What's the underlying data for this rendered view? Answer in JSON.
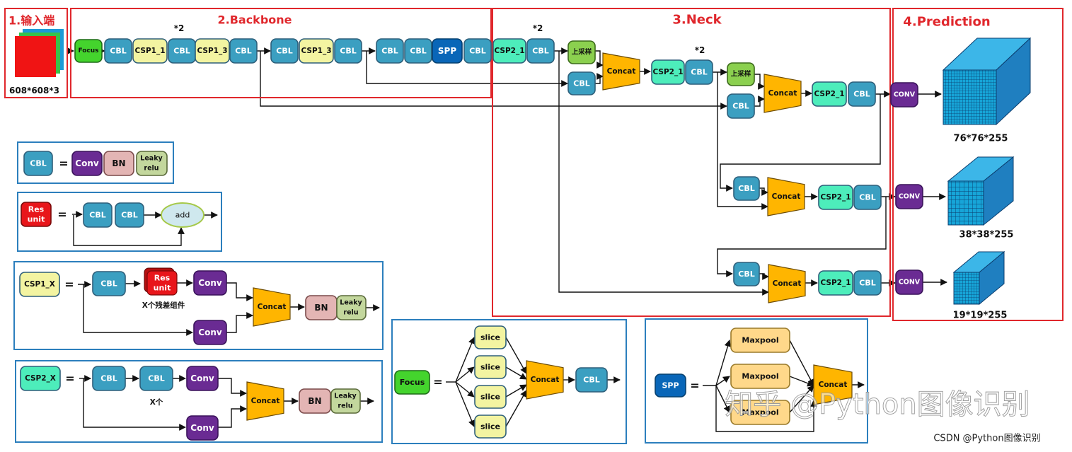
{
  "sections": {
    "input": "1.输入端",
    "backbone": "2.Backbone",
    "neck": "3.Neck",
    "prediction": "4.Prediction"
  },
  "labels": {
    "focus": "Focus",
    "cbl": "CBL",
    "csp1_1": "CSP1_1",
    "csp1_3": "CSP1_3",
    "csp2_1": "CSP2_1",
    "spp": "SPP",
    "upsample": "上采样",
    "concat": "Concat",
    "conv_upper": "CONV",
    "conv": "Conv",
    "bn": "BN",
    "leaky1": "Leaky",
    "leaky2": "relu",
    "res1": "Res",
    "res2": "unit",
    "add": "add",
    "slice": "slice",
    "maxpool": "Maxpool",
    "csp1_x": "CSP1_X",
    "csp2_x": "CSP2_X",
    "x_res": "X个残差组件",
    "x_n": "X个",
    "eq": "=",
    "times2": "*2"
  },
  "dims": {
    "input": "608*608*3",
    "out76": "76*76*255",
    "out38": "38*38*255",
    "out19": "19*19*255"
  },
  "watermark": {
    "zhihu": "知乎 @Python图像识别",
    "csdn": "CSDN @Python图像识别"
  },
  "colors": {
    "cbl": "#3b9fc1",
    "focus": "#44d42d",
    "csp1": "#f3f4a1",
    "csp2": "#4dedbb",
    "spp": "#0966b8",
    "upsample": "#8bd04f",
    "concat": "#ffb500",
    "conv": "#6a2b93",
    "bn": "#e3b5b4",
    "leaky": "#c3d79d",
    "res": "#e8161b",
    "add": "#cfe8ee",
    "maxpool": "#ffd88a",
    "cube_top": "#3cb6e8",
    "cube_side": "#1f7fc0",
    "cube_front": "#17a5d8",
    "section_border": "#e0272c",
    "legend_border": "#2c7fbd"
  }
}
